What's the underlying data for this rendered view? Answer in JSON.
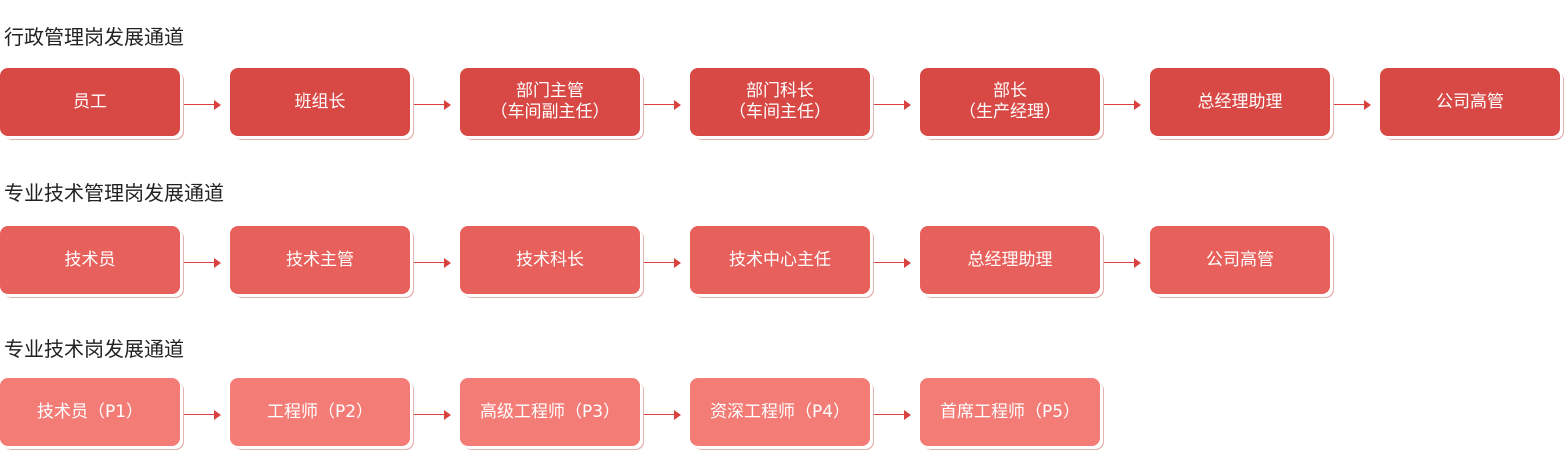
{
  "colors": {
    "row1": "#d84845",
    "row2": "#e8605b",
    "row3": "#f47c76",
    "arrow": "#d9423f"
  },
  "tracks": [
    {
      "title": "行政管理岗发展通道",
      "nodes": [
        {
          "lines": [
            "员工"
          ]
        },
        {
          "lines": [
            "班组长"
          ]
        },
        {
          "lines": [
            "部门主管",
            "（车间副主任）"
          ]
        },
        {
          "lines": [
            "部门科长",
            "（车间主任）"
          ]
        },
        {
          "lines": [
            "部长",
            "（生产经理）"
          ]
        },
        {
          "lines": [
            "总经理助理"
          ]
        },
        {
          "lines": [
            "公司高管"
          ]
        }
      ]
    },
    {
      "title": "专业技术管理岗发展通道",
      "nodes": [
        {
          "lines": [
            "技术员"
          ]
        },
        {
          "lines": [
            "技术主管"
          ]
        },
        {
          "lines": [
            "技术科长"
          ]
        },
        {
          "lines": [
            "技术中心主任"
          ]
        },
        {
          "lines": [
            "总经理助理"
          ]
        },
        {
          "lines": [
            "公司高管"
          ]
        }
      ]
    },
    {
      "title": "专业技术岗发展通道",
      "nodes": [
        {
          "lines": [
            "技术员（P1）"
          ]
        },
        {
          "lines": [
            "工程师（P2）"
          ]
        },
        {
          "lines": [
            "高级工程师（P3）"
          ]
        },
        {
          "lines": [
            "资深工程师（P4）"
          ]
        },
        {
          "lines": [
            "首席工程师（P5）"
          ]
        }
      ]
    }
  ]
}
